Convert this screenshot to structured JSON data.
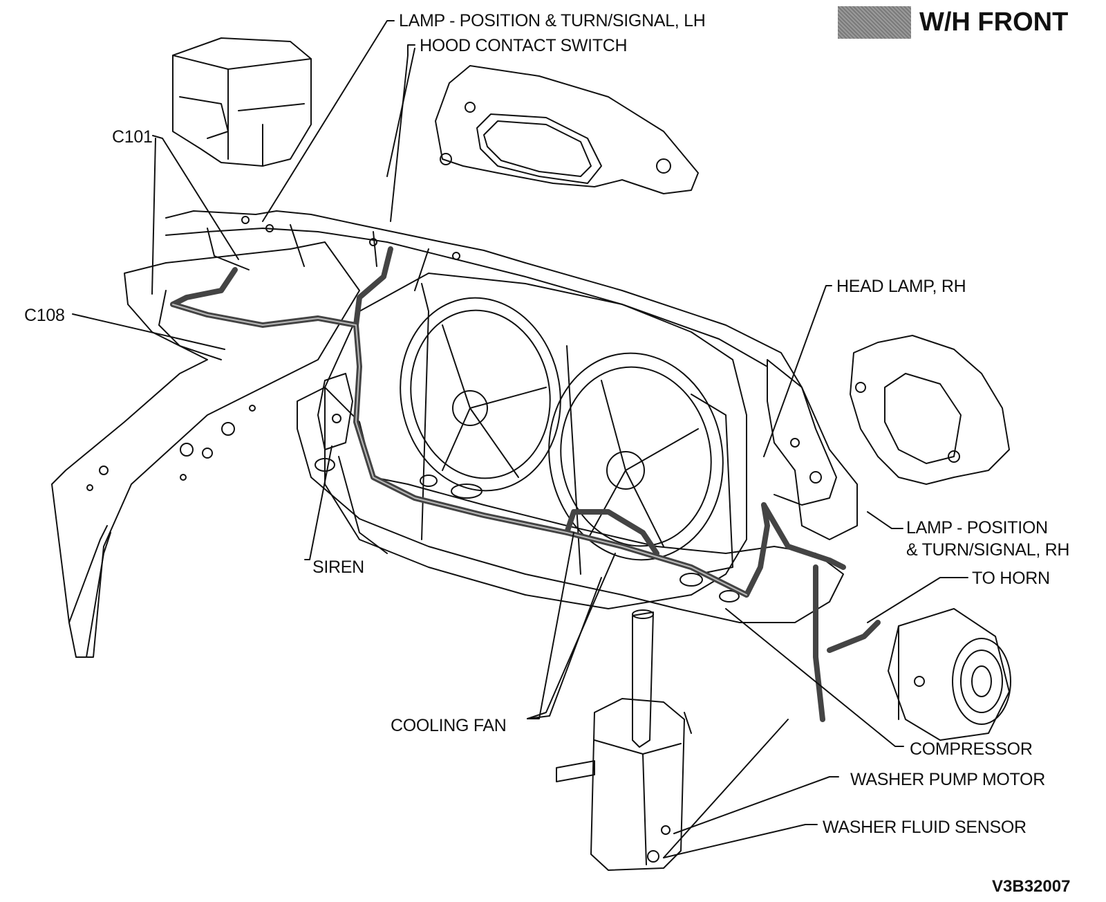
{
  "title": "W/H FRONT",
  "figure_id": "V3B32007",
  "callouts": {
    "lamp_position_lh": "LAMP - POSITION & TURN/SIGNAL, LH",
    "hood_contact_switch": "HOOD CONTACT SWITCH",
    "c101": "C101",
    "c108": "C108",
    "head_lamp_rh": "HEAD LAMP, RH",
    "lamp_position_rh_line1": "LAMP - POSITION",
    "lamp_position_rh_line2": "& TURN/SIGNAL, RH",
    "to_horn": "TO HORN",
    "siren": "SIREN",
    "cooling_fan": "COOLING FAN",
    "compressor": "COMPRESSOR",
    "washer_pump_motor": "WASHER PUMP MOTOR",
    "washer_fluid_sensor": "WASHER FLUID SENSOR"
  },
  "colors": {
    "line": "#111111",
    "harness": "#555555",
    "swatch": "#8a8a8a"
  }
}
